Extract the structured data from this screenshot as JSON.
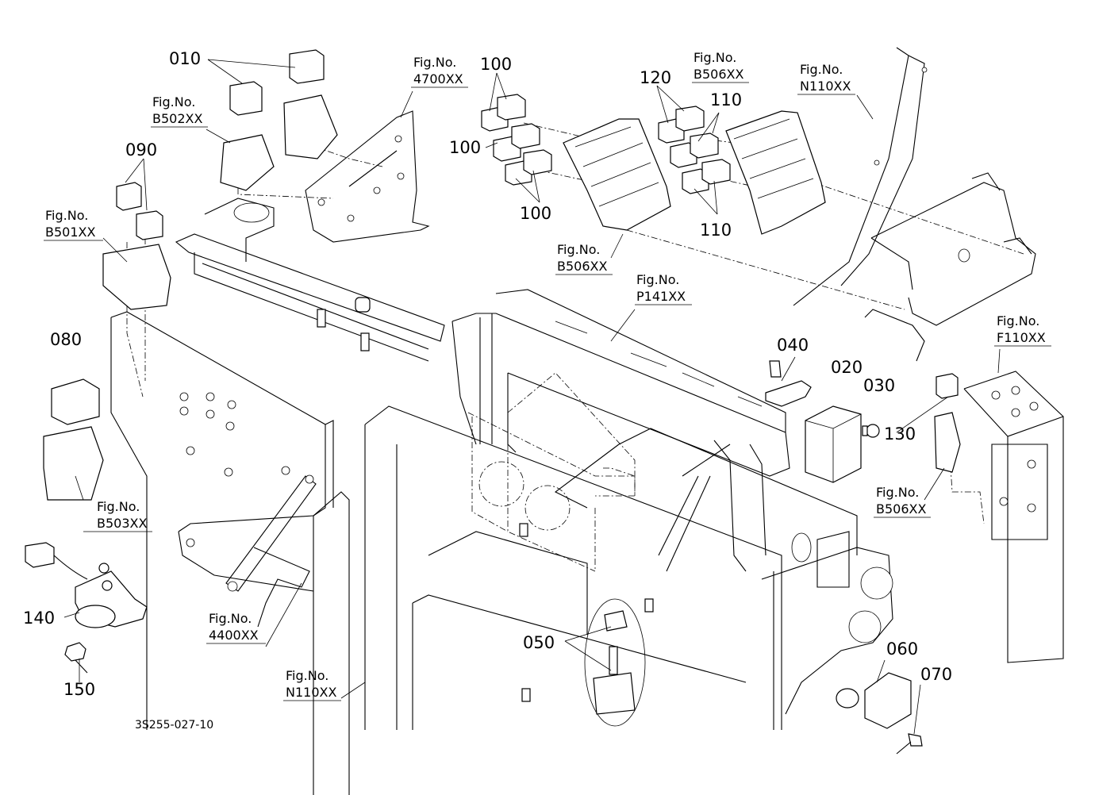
{
  "part_labels": {
    "p010": "010",
    "p020": "020",
    "p030": "030",
    "p040": "040",
    "p050": "050",
    "p060": "060",
    "p070": "070",
    "p080": "080",
    "p090": "090",
    "p100a": "100",
    "p100b": "100",
    "p100c": "100",
    "p110a": "110",
    "p110b": "110",
    "p120": "120",
    "p130": "130",
    "p140": "140",
    "p150": "150"
  },
  "fig_refs": {
    "b502": {
      "title": "Fig.No.",
      "code": "B502XX"
    },
    "f4700": {
      "title": "Fig.No.",
      "code": "4700XX"
    },
    "b501": {
      "title": "Fig.No.",
      "code": "B501XX"
    },
    "b506_top": {
      "title": "Fig.No.",
      "code": "B506XX"
    },
    "n110_top": {
      "title": "Fig.No.",
      "code": "N110XX"
    },
    "b506_mid": {
      "title": "Fig.No.",
      "code": "B506XX"
    },
    "p141": {
      "title": "Fig.No.",
      "code": "P141XX"
    },
    "f110": {
      "title": "Fig.No.",
      "code": "F110XX"
    },
    "b503": {
      "title": "Fig.No.",
      "code": "B503XX"
    },
    "b506_right": {
      "title": "Fig.No.",
      "code": "B506XX"
    },
    "f4400": {
      "title": "Fig.No.",
      "code": "4400XX"
    },
    "n110_bottom": {
      "title": "Fig.No.",
      "code": "N110XX"
    }
  },
  "drawing_code": "3S255-027-10"
}
